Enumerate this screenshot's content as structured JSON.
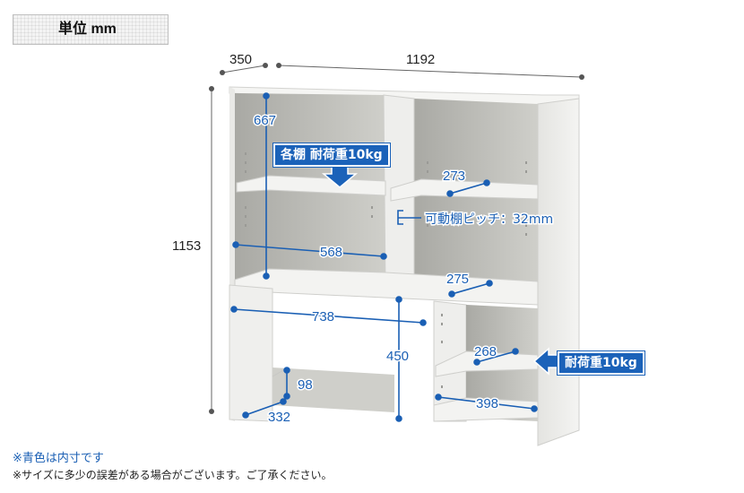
{
  "unit_label": "単位 mm",
  "dimensions": {
    "depth": "350",
    "width": "1192",
    "height": "1153",
    "inner_height_upper": "667",
    "inner_width_upper": "568",
    "shelf_depth_upper_right": "273",
    "shelf_depth_middle_right": "275",
    "opening_width_lower": "738",
    "opening_height_lower": "450",
    "shelf_depth_lower_right": "268",
    "inner_width_lower_right": "398",
    "base_height": "98",
    "base_depth": "332"
  },
  "pitch_label": "可動棚ピッチ：32mm",
  "callouts": {
    "each_shelf_load": "各棚 耐荷重10kg",
    "shelf_load": "耐荷重10kg"
  },
  "notes": {
    "blue_inner": "※青色は内寸です",
    "disclaimer": "※サイズに多少の誤差がある場合がございます。ご了承ください。"
  },
  "colors": {
    "blue": "#1a5fb4",
    "callout_bg": "#1b62b9",
    "shelf_white": "#f2f2f0",
    "inner_shadow": "#b9b9b4"
  }
}
